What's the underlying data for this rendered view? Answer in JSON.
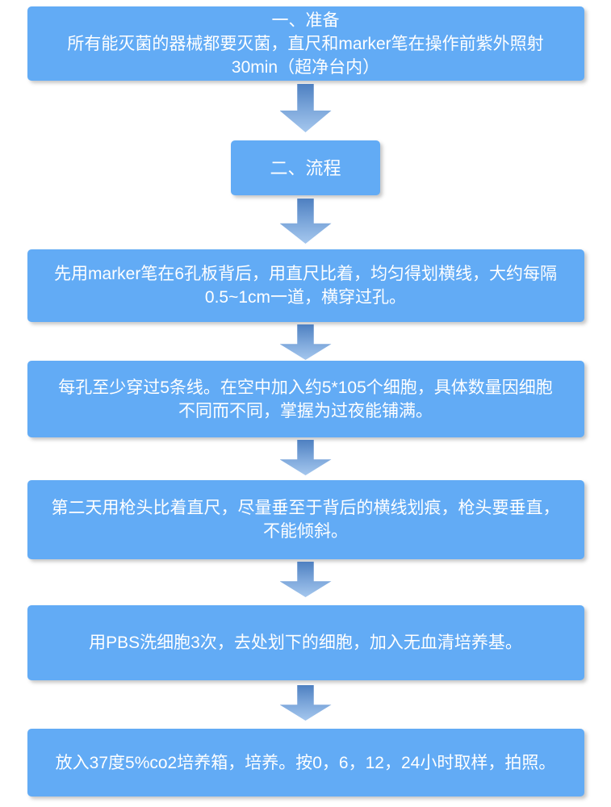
{
  "colors": {
    "box_fill": "#62ABF5",
    "box_text": "#FFFFFF",
    "arrow_gradient_top": "#4E80C1",
    "arrow_gradient_bottom": "#A5C7EE",
    "background": "#FFFFFF"
  },
  "flowchart": {
    "steps": [
      {
        "name": "preparation",
        "lines": [
          "一、准备",
          "所有能灭菌的器械都要灭菌，直尺和marker笔在操作前紫外照射",
          "30min（超净台内）"
        ]
      },
      {
        "name": "process",
        "lines": [
          "二、流程"
        ]
      },
      {
        "name": "draw-guide-lines",
        "lines": [
          "先用marker笔在6孔板背后，用直尺比着，均匀得划横线，大约每隔",
          "0.5~1cm一道，横穿过孔。"
        ]
      },
      {
        "name": "seed-cells",
        "lines": [
          "每孔至少穿过5条线。在空中加入约5*105个细胞，具体数量因细胞",
          "不同而不同，掌握为过夜能铺满。"
        ]
      },
      {
        "name": "scratch-wound",
        "lines": [
          "第二天用枪头比着直尺，尽量垂至于背后的横线划痕，枪头要垂直，",
          "不能倾斜。"
        ]
      },
      {
        "name": "wash-pbs",
        "lines": [
          "用PBS洗细胞3次，去处划下的细胞，加入无血清培养基。"
        ]
      },
      {
        "name": "incubate-photograph",
        "lines": [
          "放入37度5%co2培养箱，培养。按0，6，12，24小时取样，拍照。"
        ]
      }
    ]
  }
}
